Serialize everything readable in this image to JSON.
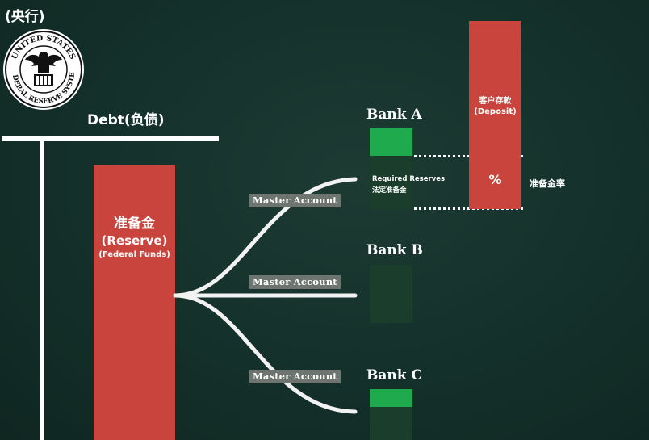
{
  "central_bank": {
    "title": "(央行)",
    "seal_text": "FEDERAL RESERVE SYSTEM",
    "seal_top_text": "UNITED STATES"
  },
  "debt_label": "Debt(负债)",
  "reserve": {
    "line1": "准备金",
    "line2": "(Reserve)",
    "line3": "(Federal Funds)"
  },
  "master_accounts": [
    "Master Account",
    "Master Account",
    "Master Account"
  ],
  "banks": [
    {
      "name": "Bank A",
      "required_reserves_en": "Required Reserves",
      "required_reserves_zh": "法定准备金"
    },
    {
      "name": "Bank B"
    },
    {
      "name": "Bank C"
    }
  ],
  "deposit": {
    "line1": "客户存款",
    "line2": "(Deposit)",
    "percent_symbol": "%"
  },
  "reserve_ratio_label": "准备金率",
  "colors": {
    "background": "#163029",
    "red": "#c8443c",
    "green": "#1faa4e",
    "dark_green": "#1a3d2c",
    "label_gray": "#6e7571",
    "white": "#ffffff"
  }
}
